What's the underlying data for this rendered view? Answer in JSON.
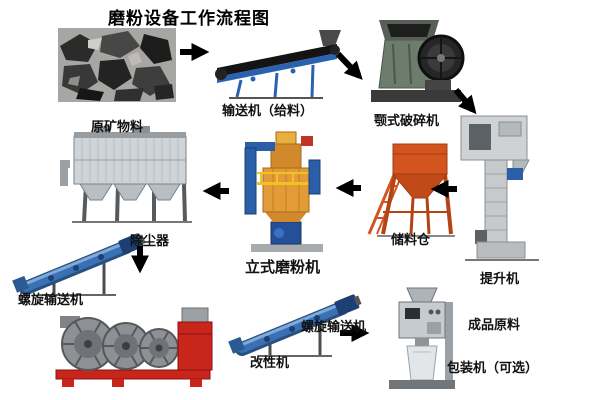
{
  "title": "磨粉设备工作流程图",
  "nodes": {
    "raw_material": {
      "label": "原矿物料"
    },
    "conveyor": {
      "label": "输送机（给料）"
    },
    "jaw_crusher": {
      "label": "颚式破碎机"
    },
    "elevator": {
      "label": "提升机"
    },
    "silo": {
      "label": "储料仓"
    },
    "vertical_mill": {
      "label": "立式磨粉机"
    },
    "dust_collector": {
      "label": "除尘器"
    },
    "screw_conveyor_1": {
      "label": "螺旋输送机"
    },
    "modifier": {
      "label": "改性机"
    },
    "screw_conveyor_2": {
      "label": "螺旋输送机"
    },
    "finished_product": {
      "label": "成品原料"
    },
    "packing_machine": {
      "label": "包装机（可选）"
    }
  },
  "arrows": [
    "raw_material→conveyor",
    "conveyor→jaw_crusher",
    "jaw_crusher→elevator",
    "elevator→silo",
    "silo→vertical_mill",
    "vertical_mill→dust_collector",
    "dust_collector→screw_conveyor_1",
    "screw_conveyor_2→packing_machine"
  ],
  "colors": {
    "background": "#ffffff",
    "arrow": "#000000",
    "text": "#111111"
  }
}
